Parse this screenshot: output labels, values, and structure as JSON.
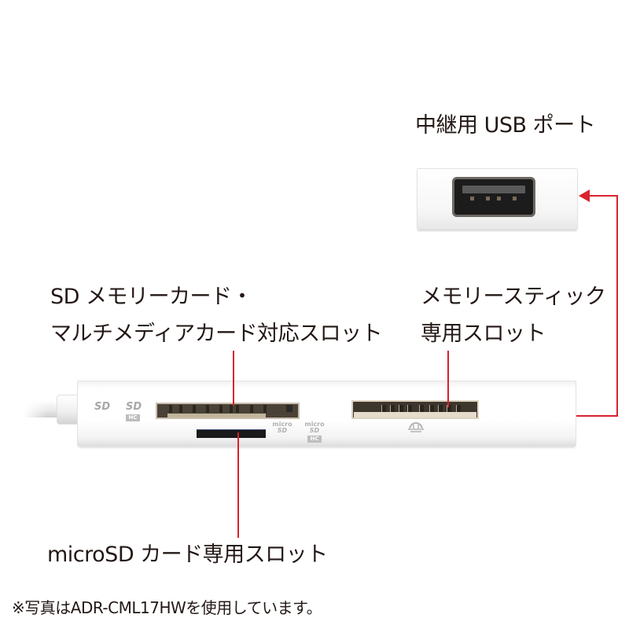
{
  "labels": {
    "usb_port": "中継用 USB ポート",
    "sd_slot_line1": "SD メモリーカード・",
    "sd_slot_line2": "マルチメディアカード対応スロット",
    "ms_slot_line1": "メモリースティック",
    "ms_slot_line2": "専用スロット",
    "microsd_slot": "microSD カード専用スロット"
  },
  "footer_note": "※写真はADR-CML17HWを使用しています。",
  "device_markings": {
    "sd_logo": "SD",
    "sdhc_logo": "SD",
    "sdhc_badge": "HC",
    "microsd_logo_top": "micro",
    "microsd_logo_bottom": "SD",
    "microsdhc_logo_top": "micro",
    "microsdhc_logo_bottom": "SD",
    "microsdhc_badge": "HC"
  },
  "colors": {
    "leader_line": "#d9222e",
    "text": "#231815",
    "device_body": "#ffffff"
  }
}
